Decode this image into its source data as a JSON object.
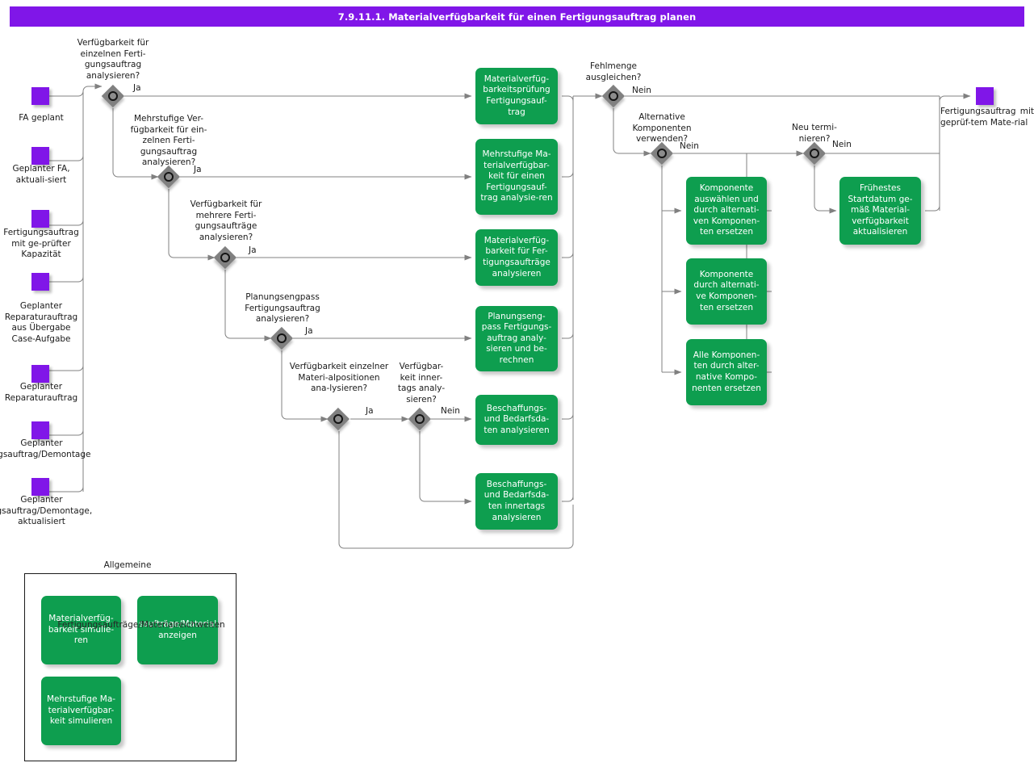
{
  "header": {
    "title": "7.9.11.1. Materialverfügbarkeit für einen Fertigungsauftrag planen"
  },
  "colors": {
    "title_bar": "#8016e8",
    "event": "#8016e8",
    "function": "#0e9e4f",
    "decision": "#808080",
    "connector": "#808080"
  },
  "start_events": [
    {
      "label": "FA geplant"
    },
    {
      "label": "Geplanter FA, aktuali-siert"
    },
    {
      "label": "Fertigungsauftrag mit ge-prüfter Kapazität"
    },
    {
      "label": "Geplanter Reparaturauftrag aus Übergabe Case-Aufgabe"
    },
    {
      "label": "Geplanter Reparaturauftrag"
    },
    {
      "label": "Geplanter ngsauftrag/Demontage"
    },
    {
      "label": "Geplanter ngsauftrag/Demontage, aktualisiert"
    }
  ],
  "end_event": {
    "label": "Fertigungsauftrag mit geprüf-tem Mate-rial"
  },
  "decisions": [
    {
      "name": "verfuegbarkeit-einzelner-fa",
      "label": "Verfügbarkeit  für einzelnen  Ferti-gungsauftrag analysieren?",
      "branch": "Ja"
    },
    {
      "name": "mehrstufige-einzelner-fa",
      "label": "Mehrstufige Ver-fügbarkeit für ein-zelnen Ferti-gungsauftrag analysieren?",
      "branch": "Ja"
    },
    {
      "name": "verfuegbarkeit-mehrere-fa",
      "label": "Verfügbarkeit  für mehrere  Ferti-gungsaufträge analysieren?",
      "branch": "Ja"
    },
    {
      "name": "planungsengpass-fa",
      "label": "Planungsengpass Fertigungsauftrag analysieren?",
      "branch": "Ja"
    },
    {
      "name": "verfuegbarkeit-materialpos",
      "label": "Verfügbarkeit einzelner   Materi-alpositionen  ana-lysieren?",
      "branch": "Ja"
    },
    {
      "name": "verfuegbarkeit-innertags",
      "label": "Verfügbar-keit inner-tags analy-sieren?",
      "branch": "Nein"
    },
    {
      "name": "fehlmenge-ausgleichen",
      "label": "Fehlmenge ausgleichen?",
      "branch": "Nein"
    },
    {
      "name": "alternative-komponenten",
      "label": "Alternative Komponenten verwenden?",
      "branch": "Nein"
    },
    {
      "name": "neu-terminieren",
      "label": "Neu termi-nieren?",
      "branch": "Nein"
    }
  ],
  "functions": [
    {
      "name": "materialverfuegbarkeitspruefung-fa",
      "label": "Materialverfüg-barkeitsprüfung Fertigungsauf-trag"
    },
    {
      "name": "mehrstufige-materialverfuegbarkeit",
      "label": "Mehrstufige  Ma-terialverfügbar-keit  für einen Fertigungsauf-trag  analysie-ren"
    },
    {
      "name": "materialverfuegbarkeit-faufträge",
      "label": "Materialverfüg-barkeit  für  Fer-tigungsaufträge analysieren"
    },
    {
      "name": "planungsengpass-analysieren",
      "label": "Planungseng-pass Fertigungs-auftrag analy-sieren und be-rechnen"
    },
    {
      "name": "beschaffungs-bedarfsdaten",
      "label": "Beschaffungs- und Bedarfsda-ten analysieren"
    },
    {
      "name": "beschaffungs-bedarfsdaten-innertags",
      "label": "Beschaffungs- und Bedarfsda-ten innertags analysieren"
    },
    {
      "name": "komponente-auswaehlen-ersetzen",
      "label": "Komponente auswählen und durch alternati-ven Komponen-ten ersetzen"
    },
    {
      "name": "komponente-ersetzen",
      "label": "Komponente durch alternati-ve Komponen-ten ersetzen"
    },
    {
      "name": "alle-komponenten-ersetzen",
      "label": "Alle Komponen-ten durch alter-native Kompo-nenten ersetzen"
    },
    {
      "name": "fruehestes-startdatum",
      "label": "Frühestes Startdatum ge-mäß   Material-verfügbarkeit aktualisieren"
    }
  ],
  "group": {
    "title": "Allgemeine",
    "items": [
      {
        "name": "materialverfuegbarkeit-simulieren",
        "label": "Materialverfüg-barkeit  simulie-ren"
      },
      {
        "name": "fertigungsauftraege-material-anzeigen",
        "label": "saufträge/Material anzeigen"
      },
      {
        "name": "mehrstufige-materialverfuegbarkeit-sim",
        "label": "Mehrstufige  Ma-terialverfügbar-keit  simulieren"
      }
    ],
    "overlap_text": "Fertigungsaufträge/Materialreichweiten"
  }
}
